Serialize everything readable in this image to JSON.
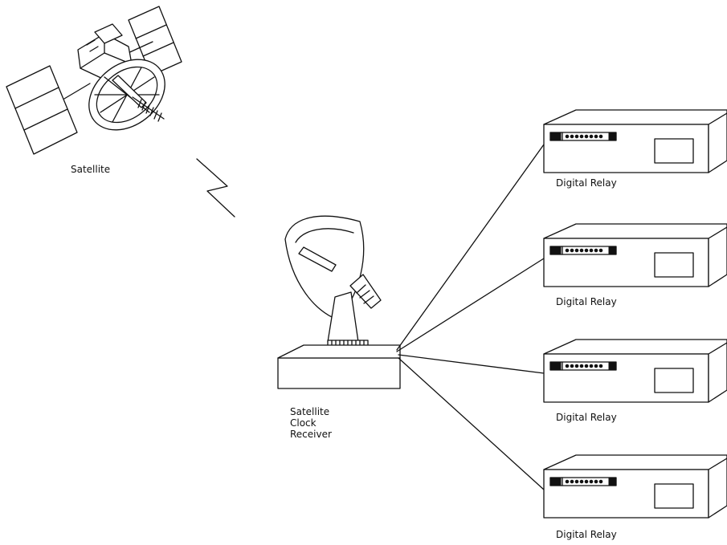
{
  "nodes": {
    "satellite": {
      "label": "Satellite"
    },
    "receiver": {
      "label_lines": [
        "Satellite",
        "Clock",
        "Receiver"
      ]
    },
    "relays": [
      {
        "label": "Digital Relay"
      },
      {
        "label": "Digital Relay"
      },
      {
        "label": "Digital Relay"
      },
      {
        "label": "Digital Relay"
      }
    ]
  },
  "edges": [
    {
      "from": "satellite",
      "to": "receiver",
      "style": "wireless"
    },
    {
      "from": "receiver",
      "to": "relays.0",
      "style": "wired"
    },
    {
      "from": "receiver",
      "to": "relays.1",
      "style": "wired"
    },
    {
      "from": "receiver",
      "to": "relays.2",
      "style": "wired"
    },
    {
      "from": "receiver",
      "to": "relays.3",
      "style": "wired"
    }
  ]
}
